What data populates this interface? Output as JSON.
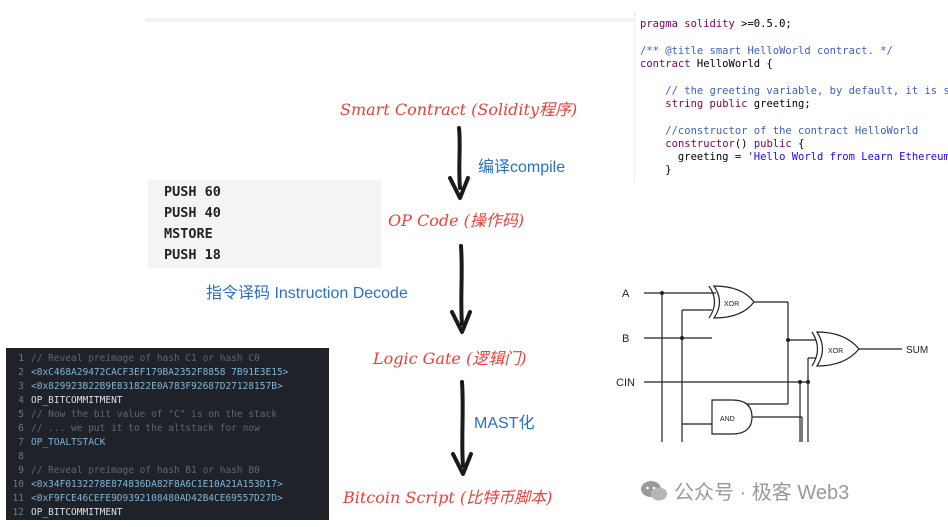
{
  "solidity_code": {
    "lines": [
      "pragma solidity >=0.5.0;",
      "",
      "/** @title smart HelloWorld contract. */",
      "contract HelloWorld {",
      "",
      "    // the greeting variable, by default, it is set a",
      "    string public greeting;",
      "",
      "    //constructor of the contract HelloWorld",
      "    constructor() public {",
      "      greeting = 'Hello World from Learn Ethereum';",
      "    }"
    ]
  },
  "stages": {
    "smart_contract": "Smart Contract (Solidity程序)",
    "op_code": "OP Code (操作码)",
    "logic_gate": "Logic Gate (逻辑门)",
    "bitcoin_script": "Bitcoin Script (比特币脚本)"
  },
  "transitions": {
    "compile": "编译compile",
    "instruction_decode": "指令译码 Instruction Decode",
    "mast": "MAST化"
  },
  "opcodes": [
    "PUSH 60",
    "PUSH 40",
    "MSTORE",
    "PUSH 18"
  ],
  "bitcoin_script": {
    "lines": [
      {
        "n": "1",
        "text": "// Reveal preimage of hash C1 or hash C0",
        "kind": "comment"
      },
      {
        "n": "2",
        "text": "<0xC468A29472CACF3EF179BA2352F8858 7B91E3E15>",
        "kind": "hex"
      },
      {
        "n": "3",
        "text": "<0x829923B22B9E831822E0A783F92687D27128157B>",
        "kind": "hex"
      },
      {
        "n": "4",
        "text": "OP_BITCOMMITMENT",
        "kind": "op"
      },
      {
        "n": "5",
        "text": "// Now the bit value of \"C\" is on the stack",
        "kind": "comment"
      },
      {
        "n": "6",
        "text": "// ... we put it to the altstack for now",
        "kind": "comment"
      },
      {
        "n": "7",
        "text": "OP_TOALTSTACK",
        "kind": "hex"
      },
      {
        "n": "8",
        "text": "",
        "kind": "comment"
      },
      {
        "n": "9",
        "text": "// Reveal preimage of hash B1 or hash B0",
        "kind": "comment"
      },
      {
        "n": "10",
        "text": "<0x34F0132278E874836DA82F8A6C1E10A21A153D17>",
        "kind": "hex"
      },
      {
        "n": "11",
        "text": "<0xF9FCE46CEFE9D9392108480AD42B4CE69557D27D>",
        "kind": "hex"
      },
      {
        "n": "12",
        "text": "OP_BITCOMMITMENT",
        "kind": "op"
      }
    ]
  },
  "logic_gate": {
    "inputs": [
      "A",
      "B",
      "CIN"
    ],
    "gates": [
      "XOR",
      "XOR",
      "AND"
    ],
    "output": "SUM"
  },
  "watermark": "公众号 · 极客 Web3",
  "colors": {
    "stage_label": "#e8403b",
    "transition_label": "#2a71c5",
    "arrow": "#1a1a1a"
  }
}
